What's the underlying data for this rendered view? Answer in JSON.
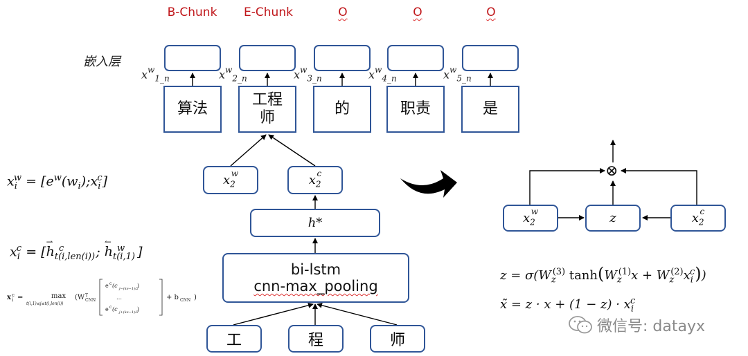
{
  "tags": [
    "B-Chunk",
    "E-Chunk",
    "O",
    "O",
    "O"
  ],
  "embed_layer_label": "嵌入层",
  "x_labels": [
    "x_{1_n}^{w}",
    "x_{2_n}^{w}",
    "x_{3_n}^{w}",
    "x_{4_n}^{w}",
    "x_{5_n}^{w}"
  ],
  "x_labels_parts": [
    {
      "base": "x",
      "sup": "w",
      "sub": "1_n"
    },
    {
      "base": "x",
      "sup": "w",
      "sub": "2_n"
    },
    {
      "base": "x",
      "sup": "w",
      "sub": "3_n"
    },
    {
      "base": "x",
      "sup": "w",
      "sub": "4_n"
    },
    {
      "base": "x",
      "sup": "w",
      "sub": "5_n"
    }
  ],
  "words": [
    "算法",
    "工程\n师",
    "的",
    "职责",
    "是"
  ],
  "left_eq1": {
    "lhs_base": "x",
    "lhs_sub": "i",
    "lhs_sup": "w",
    "rhs": "= [e"
  },
  "char_boxes": [
    "工",
    "程",
    "师"
  ],
  "encoder": {
    "line1": "bi-lstm",
    "line2": "cnn-max_pooling"
  },
  "h_star": "h*",
  "x2w": {
    "base": "x",
    "sub": "2",
    "sup": "w"
  },
  "x2c": {
    "base": "x",
    "sub": "2",
    "sup": "c"
  },
  "gate": {
    "z_label": "z",
    "otimes": "⊗",
    "x2w": {
      "base": "x",
      "sub": "2",
      "sup": "w"
    },
    "x2c": {
      "base": "x",
      "sub": "2",
      "sup": "c"
    }
  },
  "watermark": "微信号: datayx",
  "colors": {
    "box_border": "#2f5597",
    "tag_red": "#c0171b",
    "arrow": "#000000"
  }
}
